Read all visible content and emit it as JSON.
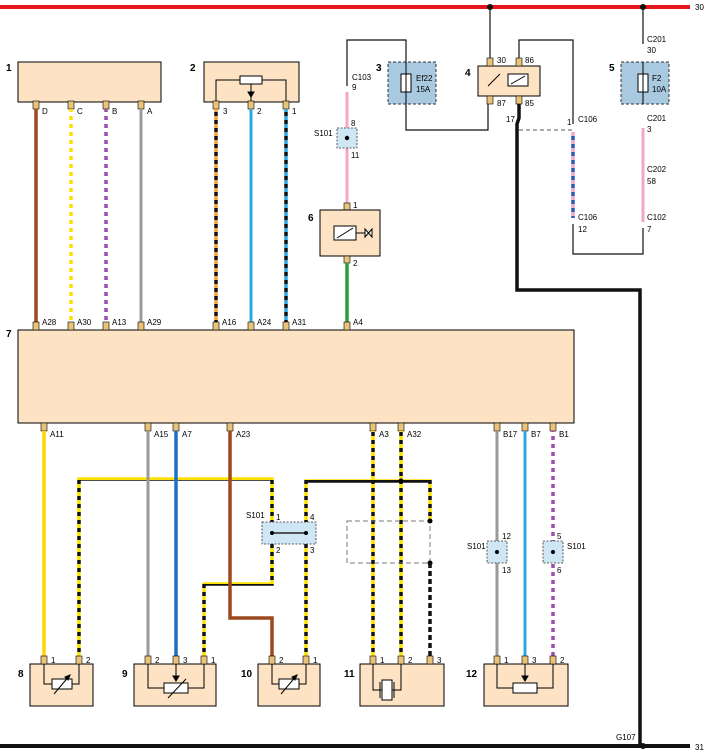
{
  "bus": {
    "top_label": "30",
    "bottom_label": "31",
    "ground_label": "G107"
  },
  "components": [
    {
      "num": "1"
    },
    {
      "num": "2"
    },
    {
      "num": "3"
    },
    {
      "num": "4"
    },
    {
      "num": "5"
    },
    {
      "num": "6"
    },
    {
      "num": "7"
    },
    {
      "num": "8"
    },
    {
      "num": "9"
    },
    {
      "num": "10"
    },
    {
      "num": "11"
    },
    {
      "num": "12"
    }
  ],
  "fuses": {
    "ef22": {
      "name": "Ef22",
      "rating": "15A"
    },
    "f2": {
      "name": "F2",
      "rating": "10A"
    }
  },
  "comp1_pins": [
    "D",
    "C",
    "B",
    "A"
  ],
  "comp2_pins": [
    "3",
    "2",
    "1"
  ],
  "ecu_top_pins": [
    "A28",
    "A30",
    "A13",
    "A29",
    "A16",
    "A24",
    "A31",
    "A4"
  ],
  "ecu_bottom_pins": [
    "A11",
    "A15",
    "A7",
    "A23",
    "A3",
    "A32",
    "B17",
    "B7",
    "B1"
  ],
  "connectors": {
    "c103": "C103",
    "c103_pin": "9",
    "s101": "S101",
    "s101_a_top": "8",
    "s101_a_bot": "11",
    "c6_pin1": "1",
    "c6_pin2": "2",
    "relay_30": "30",
    "relay_86": "86",
    "relay_87": "87",
    "relay_85": "85",
    "c201_top": "C201",
    "c201_top_pin": "30",
    "c201_bot": "C201",
    "c201_bot_pin": "3",
    "c202": "C202",
    "c202_pin": "58",
    "c102": "C102",
    "c102_pin": "7",
    "c106_top": "C106",
    "c106_top_pin": "1",
    "c106_bot": "C106",
    "c106_bot_pin": "12",
    "pin17": "17",
    "s101_mid_1": "1",
    "s101_mid_4": "4",
    "s101_mid_2": "2",
    "s101_mid_3": "3",
    "s101_b_top": "12",
    "s101_b_bot": "13",
    "s101_c_top": "5",
    "s101_c_bot": "6"
  },
  "bottom_comp_pins": {
    "c8": [
      "1",
      "2"
    ],
    "c9": [
      "2",
      "3",
      "1"
    ],
    "c10": [
      "2",
      "1"
    ],
    "c11": [
      "1",
      "2",
      "3"
    ],
    "c12": [
      "1",
      "3",
      "2"
    ]
  },
  "colors": {
    "bus_red": "#e8141c",
    "bus_black": "#111111",
    "component_fill": "#fde3c4",
    "fuse_fill": "#a9c9e0"
  }
}
